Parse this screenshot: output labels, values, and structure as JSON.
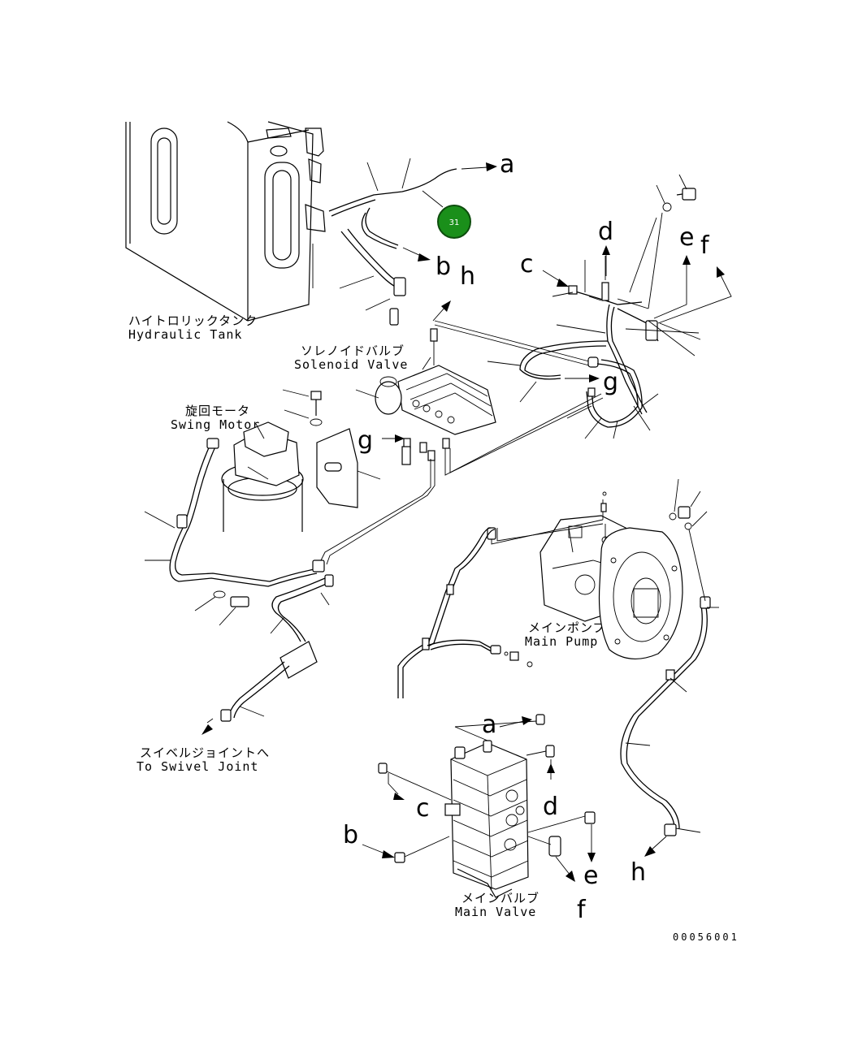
{
  "labels": {
    "hydraulic_tank_ja": "ハイトロリックタンク",
    "hydraulic_tank_en": "Hydraulic Tank",
    "solenoid_valve_ja": "ソレノイドバルブ",
    "solenoid_valve_en": "Solenoid Valve",
    "swing_motor_ja": "旋回モータ",
    "swing_motor_en": "Swing Motor",
    "main_pump_ja": "メインポンプ",
    "main_pump_en": "Main Pump",
    "swivel_joint_ja": "スイベルジョイントへ",
    "swivel_joint_en": "To Swivel Joint",
    "main_valve_ja": "メインバルブ",
    "main_valve_en": "Main Valve"
  },
  "letters": {
    "a1": "a",
    "b1": "b",
    "h1": "h",
    "c1": "c",
    "d1": "d",
    "e1": "e",
    "f1": "f",
    "g1": "g",
    "g2": "g",
    "a2": "a",
    "c2": "c",
    "d2": "d",
    "b2": "b",
    "e2": "e",
    "h2": "h",
    "f2": "f"
  },
  "badge": {
    "number": "31",
    "color": "#1a8f1a"
  },
  "drawing_code": "00056001"
}
